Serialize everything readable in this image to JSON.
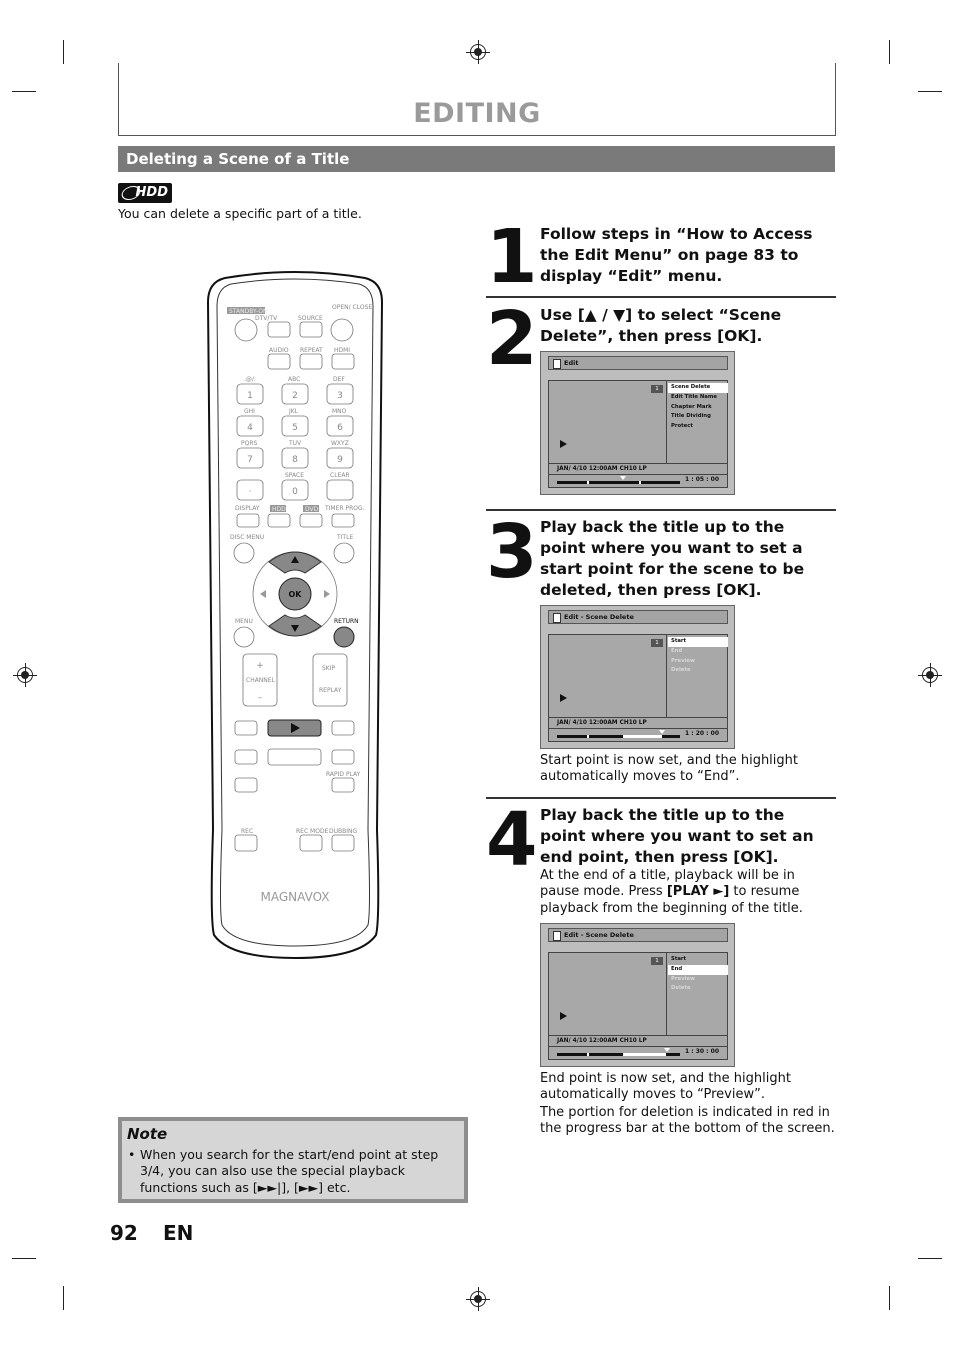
{
  "header": {
    "title": "EDITING"
  },
  "section": {
    "title": "Deleting a Scene of a Title"
  },
  "badge": {
    "label": "HDD"
  },
  "intro": "You can delete a specific part of a title.",
  "remote": {
    "labels": {
      "standby": "STANDBY-ON",
      "dtv": "DTV/TV",
      "source": "SOURCE",
      "open_close": "OPEN/ CLOSE",
      "audio": "AUDIO",
      "repeat": "REPEAT",
      "hdmi": "HDMI",
      "sym": ".@/:",
      "abc": "ABC",
      "def": "DEF",
      "ghi": "GHI",
      "jkl": "JKL",
      "mno": "MNO",
      "pqrs": "PQRS",
      "tuv": "TUV",
      "wxyz": "WXYZ",
      "space": "SPACE",
      "clear": "CLEAR",
      "display": "DISPLAY",
      "hdd": "HDD",
      "dvd": "DVD",
      "timer_prog": "TIMER PROG.",
      "disc_menu": "DISC MENU",
      "title": "TITLE",
      "ok": "OK",
      "menu": "MENU",
      "return": "RETURN",
      "channel": "CHANNEL",
      "skip": "SKIP",
      "replay": "REPLAY",
      "rapid_play": "RAPID PLAY",
      "rec": "REC",
      "rec_mode": "REC MODE",
      "dubbing": "DUBBING",
      "brand": "MAGNAVOX"
    },
    "digits": [
      "1",
      "2",
      "3",
      "4",
      "5",
      "6",
      "7",
      "8",
      "9",
      "·",
      "0"
    ]
  },
  "steps": [
    {
      "number": "1",
      "text": "Follow steps in “How to Access the Edit Menu” on page 83 to display “Edit” menu."
    },
    {
      "number": "2",
      "text": "Use [▲ / ▼] to select “Scene Delete”, then press [OK]."
    },
    {
      "number": "3",
      "text": "Play back the title up to the point where you want to set a start point for the scene to be deleted, then press [OK].",
      "after": "Start point is now set, and the highlight automatically moves to “End”."
    },
    {
      "number": "4",
      "text": "Play back the title up to the point where you want to set an end point, then press [OK].",
      "body_pre": "At the end of a title, playback will be in pause mode. Press ",
      "body_bold": "[PLAY ►]",
      "body_post": " to resume playback from the beginning of the title.",
      "after1": "End point is now set, and the highlight automatically moves to “Preview”.",
      "after2": "The portion for deletion is indicated in red in the progress bar at the bottom of the screen."
    }
  ],
  "screens": [
    {
      "header": "Edit",
      "number": "1",
      "menu": [
        "Scene Delete",
        "Edit Title Name",
        "Chapter Mark",
        "Title Dividing",
        "Protect"
      ],
      "selected": 0,
      "dimmed": [],
      "status": "JAN/ 4/10 12:00AM CH10   LP",
      "time": "1 : 05 : 00",
      "progress": 0.53
    },
    {
      "header": "Edit - Scene Delete",
      "number": "1",
      "menu": [
        "Start",
        "End",
        "Preview",
        "Delete"
      ],
      "selected": 0,
      "dimmed": [
        1,
        2,
        3
      ],
      "status": "JAN/ 4/10 12:00AM CH10   LP",
      "time": "1 : 20 : 00",
      "progress": 0.85
    },
    {
      "header": "Edit - Scene Delete",
      "number": "1",
      "menu": [
        "Start",
        "End",
        "Preview",
        "Delete"
      ],
      "selected": 1,
      "dimmed": [
        2,
        3
      ],
      "status": "JAN/ 4/10 12:00AM CH10   LP",
      "time": "1 : 30 : 00",
      "progress": 0.89
    }
  ],
  "note": {
    "title": "Note",
    "bullet": "•",
    "text": "When you search for the start/end point at step 3/4, you can also use the special playback functions such as [►►|], [►►] etc."
  },
  "footer": {
    "page": "92",
    "lang": "EN"
  }
}
